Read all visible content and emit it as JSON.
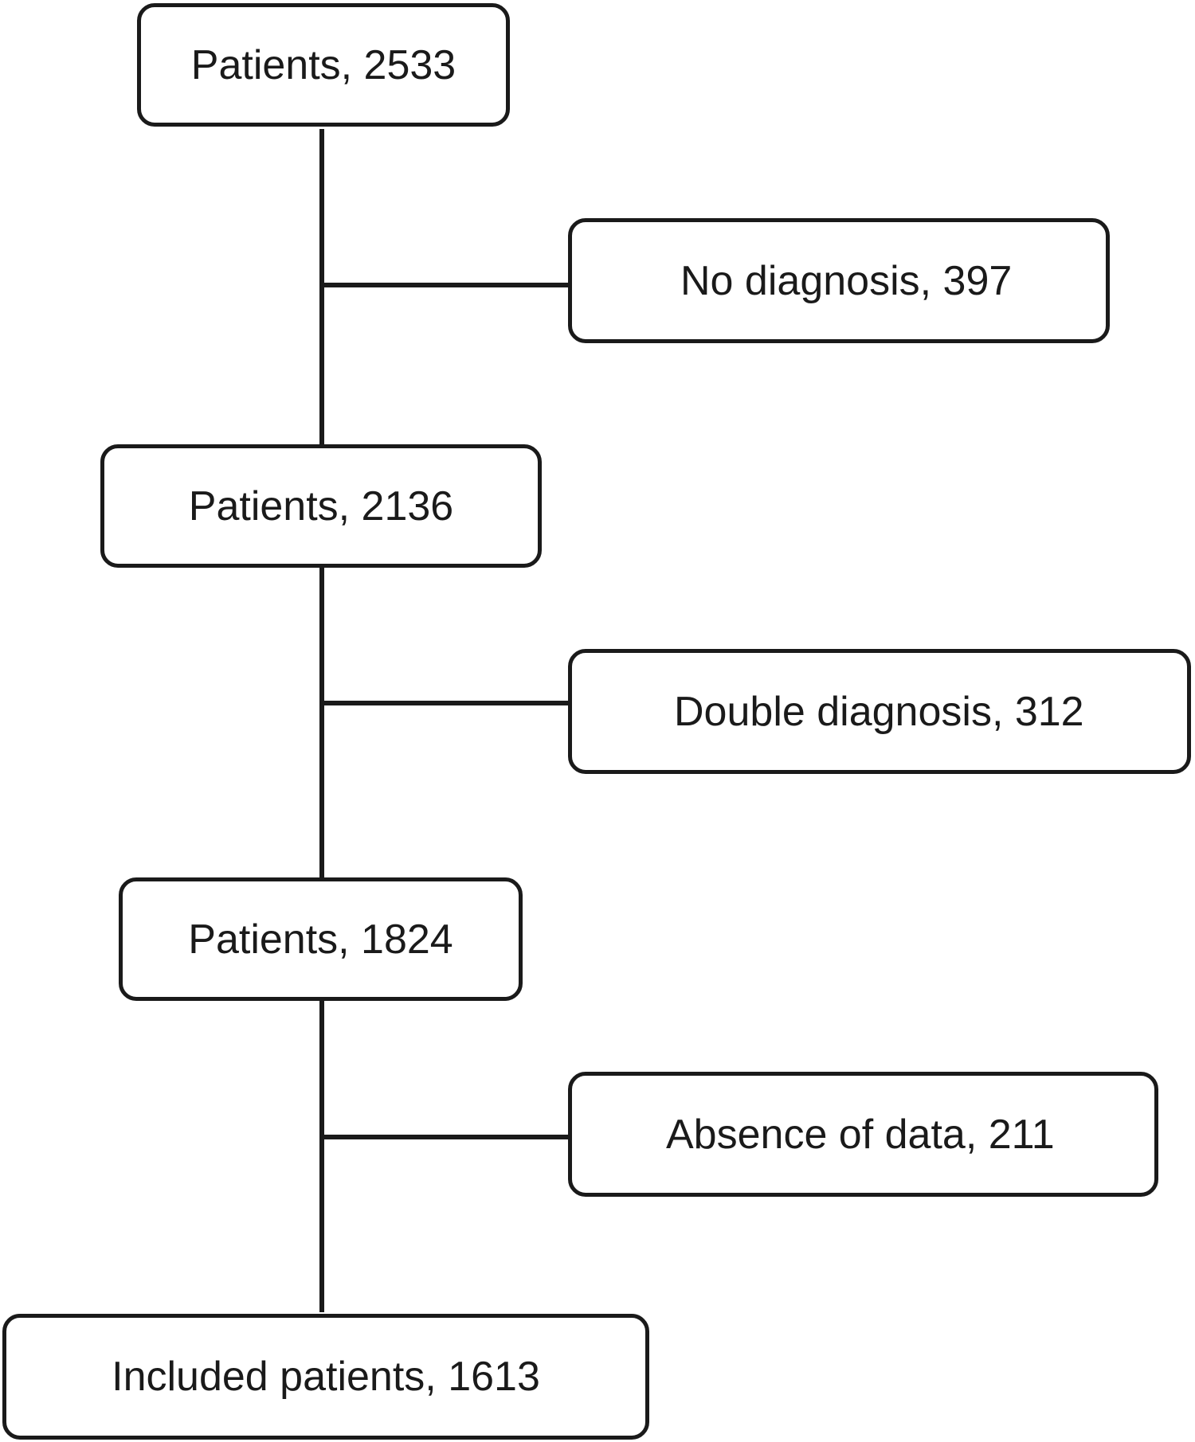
{
  "flow": {
    "main_steps": [
      {
        "label": "Patients, 2533"
      },
      {
        "label": "Patients, 2136"
      },
      {
        "label": "Patients, 1824"
      },
      {
        "label": "Included patients, 1613"
      }
    ],
    "exclusions": [
      {
        "label": "No diagnosis, 397"
      },
      {
        "label": "Double diagnosis, 312"
      },
      {
        "label": "Absence of data, 211"
      }
    ]
  }
}
